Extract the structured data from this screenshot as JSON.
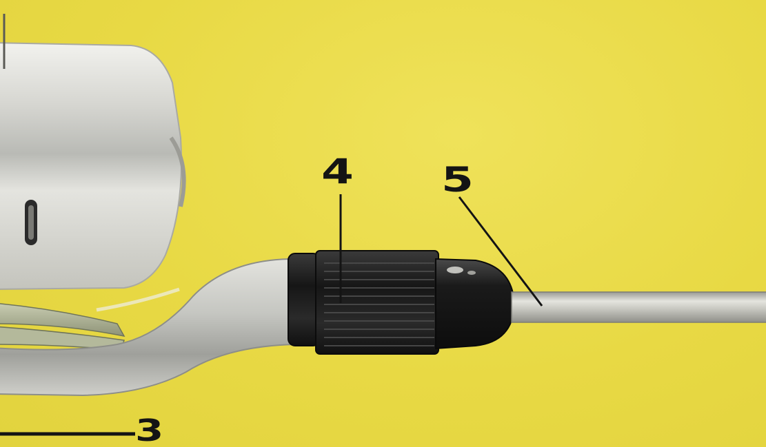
{
  "callouts": {
    "label_3": "3",
    "label_4": "4",
    "label_5": "5"
  },
  "colors": {
    "background": "#e8d944",
    "housing": "#d9d9d4",
    "knurled_nut": "#1e1e1e",
    "leader_lines": "#141414",
    "rod": "#c9c9c2"
  }
}
